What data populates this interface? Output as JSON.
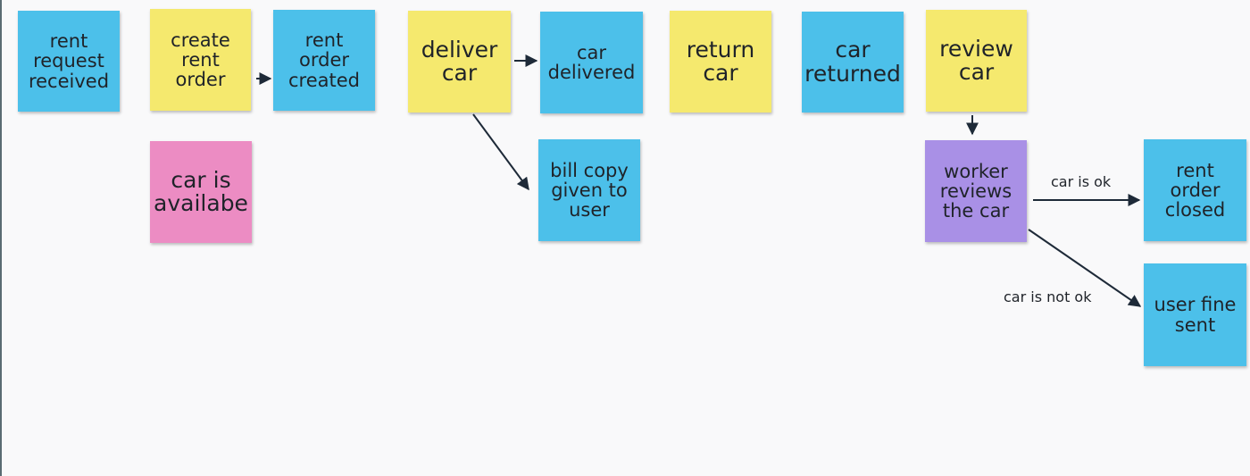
{
  "notes": {
    "rent_request_received": "rent\nrequest\nreceived",
    "create_rent_order": "create\nrent\norder",
    "rent_order_created": "rent\norder\ncreated",
    "deliver_car": "deliver\ncar",
    "car_delivered": "car\ndelivered",
    "return_car": "return\ncar",
    "car_returned": "car\nreturned",
    "review_car": "review\ncar",
    "car_is_available": "car is\navailabe",
    "bill_copy_given": "bill copy\ngiven to\nuser",
    "worker_reviews_car": "worker\nreviews\nthe car",
    "rent_order_closed": "rent\norder\nclosed",
    "user_fine_sent": "user fine\nsent"
  },
  "edge_labels": {
    "car_is_ok": "car is ok",
    "car_is_not_ok": "car is not ok"
  },
  "colors": {
    "command": "#f5e96e",
    "event": "#4cc0ea",
    "policy": "#ec8cc3",
    "actor": "#a990e6",
    "arrow": "#1e2a38"
  }
}
